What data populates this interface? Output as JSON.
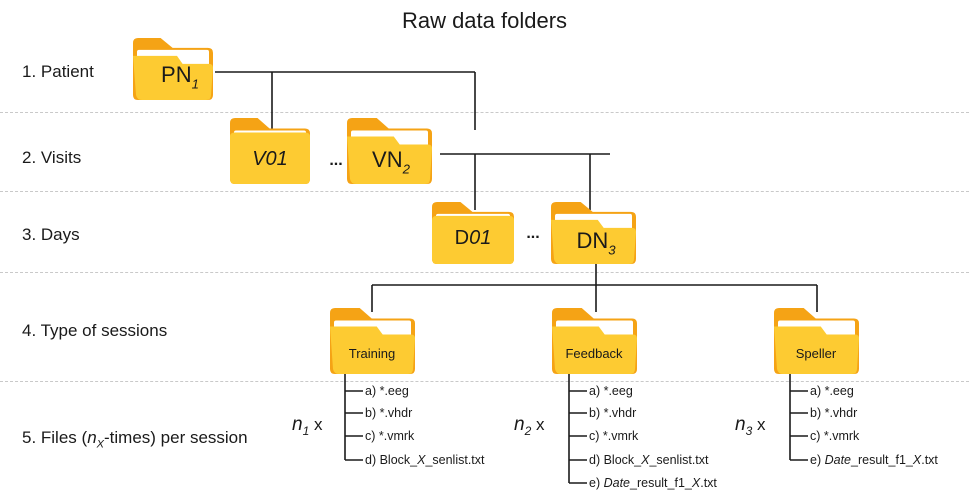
{
  "title": "Raw data folders",
  "levels": {
    "l1": "1. Patient",
    "l2": "2. Visits",
    "l3": "3. Days",
    "l4": "4. Type of sessions",
    "l5_prefix": "5. Files (",
    "l5_n": "n",
    "l5_sub": "X",
    "l5_suffix": "-times) per session"
  },
  "folders": {
    "patient": {
      "base": "PN",
      "sub": "1"
    },
    "visit_first": {
      "base": "V",
      "italic": "01"
    },
    "visit_dots": "...",
    "visit_last": {
      "base": "VN",
      "sub": "2"
    },
    "day_first": {
      "base": "D",
      "italic": "01"
    },
    "day_dots": "...",
    "day_last": {
      "base": "DN",
      "sub": "3"
    },
    "training": "Training",
    "feedback": "Feedback",
    "speller": "Speller"
  },
  "multipliers": {
    "training": {
      "n": "n",
      "sub": "1",
      "x": "x"
    },
    "feedback": {
      "n": "n",
      "sub": "2",
      "x": "x"
    },
    "speller": {
      "n": "n",
      "sub": "3",
      "x": "x"
    }
  },
  "files": {
    "training": [
      "a) *.eeg",
      "b) *.vhdr",
      "c) *.vmrk",
      "d) Block_X_senlist.txt"
    ],
    "feedback": [
      "a) *.eeg",
      "b) *.vhdr",
      "c) *.vmrk",
      "d) Block_X_senlist.txt",
      "e) Date_result_f1_X.txt"
    ],
    "speller": [
      "a) *.eeg",
      "b) *.vhdr",
      "c) *.vmrk",
      "e) Date_result_f1_X.txt"
    ]
  },
  "colors": {
    "folder_back": "#F5A315",
    "folder_front": "#FDCB32",
    "line": "#1a1a1a",
    "separator": "#c9c9c9"
  }
}
